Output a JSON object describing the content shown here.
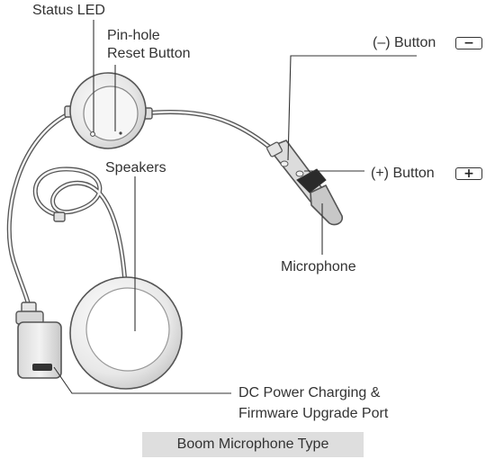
{
  "labels": {
    "status_led": "Status LED",
    "pinhole_line1": "Pin-hole",
    "pinhole_line2": "Reset Button",
    "speakers": "Speakers",
    "minus_button": "(–) Button",
    "plus_button": "(+) Button",
    "microphone": "Microphone",
    "dc_line1": "DC Power Charging &",
    "dc_line2": "Firmware Upgrade Port"
  },
  "icons": {
    "minus_symbol": "−",
    "plus_symbol": "+"
  },
  "caption": "Boom Microphone Type",
  "colors": {
    "text": "#333333",
    "caption_bg": "#dedede",
    "outline": "#555555",
    "device_fill": "#ececec"
  }
}
